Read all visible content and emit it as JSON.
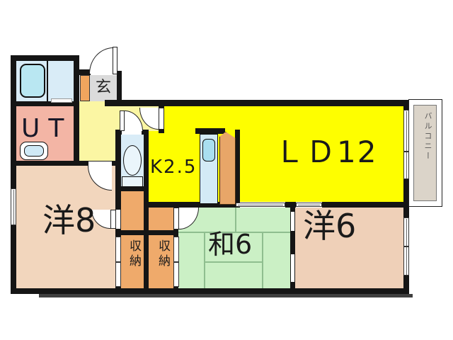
{
  "plan": {
    "type": "floorplan",
    "labels": {
      "living_dining": "ＬＤ12",
      "kitchen": "K2.5",
      "western8": "洋8",
      "japanese6": "和6",
      "western6": "洋6",
      "utility": "UT",
      "entrance": "玄",
      "storage_left": "収納",
      "storage_right": "収納",
      "balcony": "バルコニー"
    },
    "colors": {
      "ldk_yellow": "#FEFE00",
      "hall_pale_yellow": "#FBF6A3",
      "western_room_peach": "#F2D6BD",
      "japanese_room_green": "#CBF0C5",
      "storage_orange": "#EFAA6B",
      "utility_salmon": "#F3B5A5",
      "bath_blue": "#D9ECF7",
      "tub_cyan": "#B9E7F2",
      "entrance_gray": "#DBDBDB",
      "balcony_beige": "#DBD4C9",
      "wall_black": "#151515"
    }
  }
}
